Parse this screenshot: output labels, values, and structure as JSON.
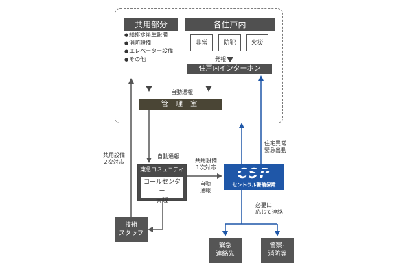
{
  "common": {
    "title": "共用部分",
    "items": [
      "給排水衛生設備",
      "消防設備",
      "エレベーター設備",
      "その他"
    ]
  },
  "units": {
    "title": "各住戸内",
    "buttons": [
      "非常",
      "防犯",
      "火災"
    ],
    "alert_label": "発報",
    "intercom": "住戸内インターホン"
  },
  "auto_report_1": "自動通報",
  "management_office": "管 理 室",
  "common_2nd_line1": "共用設備",
  "common_2nd_line2": "2次対応",
  "auto_report_2": "自動通報",
  "tokyu": "東急コミュニティー",
  "callcenter_line1": "コールセンター",
  "callcenter_line2": "大阪",
  "common_1st_line1": "共用設備",
  "common_1st_line2": "1次対応",
  "auto_report_3_line1": "自動",
  "auto_report_3_line2": "通報",
  "emergency_dispatch_line1": "住宅異常",
  "emergency_dispatch_line2": "緊急出動",
  "csp_logo": "CSP",
  "csp_name": "セントラル警備保障",
  "as_needed_line1": "必要に",
  "as_needed_line2": "応じて連絡",
  "tech_staff_line1": "技術",
  "tech_staff_line2": "スタッフ",
  "emergency_contact_line1": "緊急",
  "emergency_contact_line2": "連絡先",
  "police_fire_line1": "警察･",
  "police_fire_line2": "消防等",
  "colors": {
    "dark_gray": "#505050",
    "olive": "#4a4535",
    "csp_blue": "#1f57a8"
  }
}
